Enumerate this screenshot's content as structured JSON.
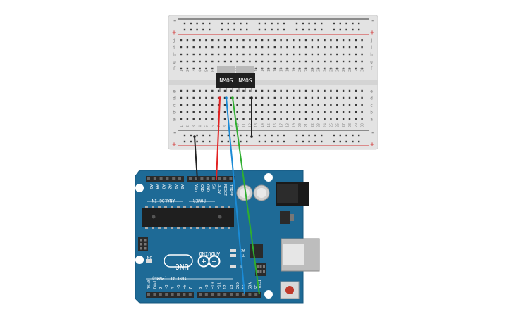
{
  "colors": {
    "breadboard": "#e3e3e3",
    "rail_red": "#d33131",
    "rail_dark": "#333333",
    "board_blue": "#1e6a96",
    "wire_black": "#222222",
    "wire_red": "#e22222",
    "wire_blue": "#1b8bd6",
    "wire_green": "#2fae2f",
    "transistor": "#1f1f1f"
  },
  "breadboard": {
    "rail_minus": "-",
    "rail_plus": "+",
    "row_letters_top": [
      "j",
      "i",
      "h",
      "g",
      "f"
    ],
    "row_letters_bottom": [
      "e",
      "d",
      "c",
      "b",
      "a"
    ],
    "column_numbers": [
      "1",
      "2",
      "3",
      "4",
      "5",
      "6",
      "7",
      "8",
      "9",
      "10",
      "11",
      "12",
      "13",
      "14",
      "15",
      "16",
      "17",
      "18",
      "19",
      "20",
      "21",
      "22",
      "23",
      "24",
      "25",
      "26",
      "27",
      "28",
      "29",
      "30"
    ]
  },
  "transistors": [
    {
      "label": "NMOS"
    },
    {
      "label": "NMOS"
    }
  ],
  "arduino": {
    "brand": "ARDUINO",
    "model": "UNO",
    "on_label": "ON",
    "tx_label": "TX",
    "rx_label": "RX",
    "l_label": "L",
    "power_header_title": "POWER",
    "analog_header_title": "ANALOG IN",
    "digital_header_title": "DIGITAL (PWM~)",
    "power_pins": [
      "Vin",
      "GND",
      "GND",
      "5V",
      "3.3V",
      "RESET",
      "IOREF"
    ],
    "analog_pins": [
      "A5",
      "A4",
      "A3",
      "A2",
      "A1",
      "A0"
    ],
    "digital_pins_left": [
      "RX◄0",
      "TX►1",
      "2",
      "~3",
      "4",
      "~5",
      "~6",
      "7"
    ],
    "digital_pins_right": [
      "8",
      "~9",
      "~10",
      "~11",
      "12",
      "13",
      "GND",
      "AREF",
      "SDA",
      "SCL"
    ],
    "icsp_label": "ICSP"
  }
}
